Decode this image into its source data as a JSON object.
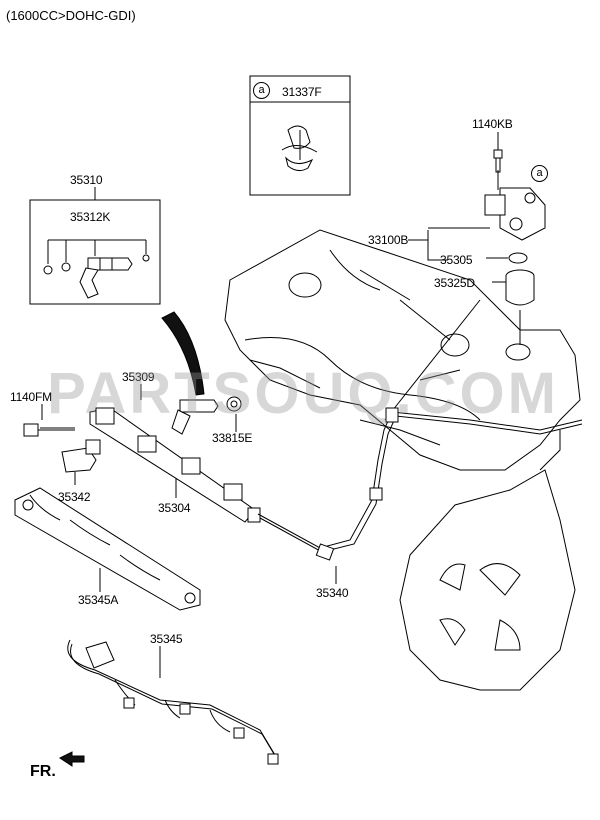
{
  "header": {
    "title": "(1600CC>DOHC-GDI)"
  },
  "watermark": {
    "text": "PARTSOUQ.COM"
  },
  "direction": {
    "label": "FR."
  },
  "callouts": {
    "p31337F": "31337F",
    "p1140KB": "1140KB",
    "p35310": "35310",
    "p35312K": "35312K",
    "p33100B": "33100B",
    "p35305": "35305",
    "p35325D": "35325D",
    "p35309": "35309",
    "p1140FM": "1140FM",
    "p33815E": "33815E",
    "p35342": "35342",
    "p35304": "35304",
    "p35340": "35340",
    "p35345A": "35345A",
    "p35345": "35345"
  },
  "markers": {
    "a1": "a",
    "a2": "a"
  },
  "colors": {
    "line": "#000000",
    "background": "#ffffff",
    "watermark": "#969696"
  }
}
